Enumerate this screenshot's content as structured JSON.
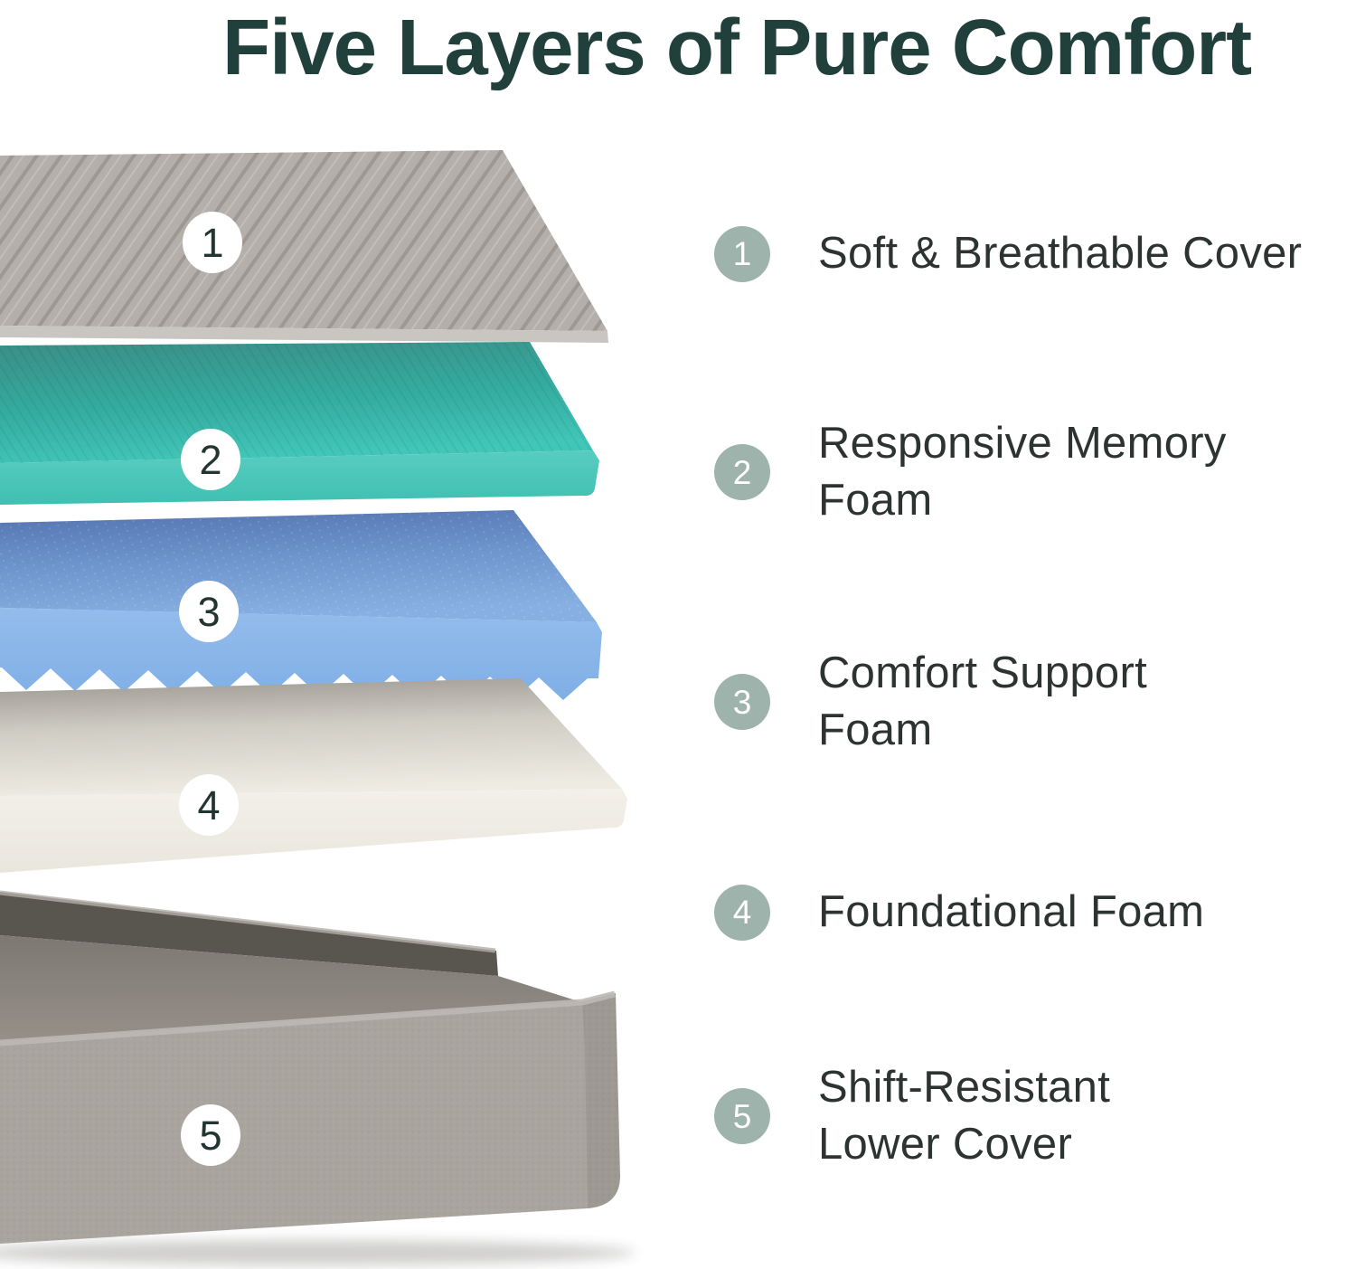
{
  "title": "Five Layers of Pure Comfort",
  "colors": {
    "title_text": "#21403C",
    "label_text": "#2C3331",
    "legend_badge_sage": "#9DB3AB",
    "legend_badge_number": "#FFFFFF",
    "diagram_badge_white": "#FFFFFF",
    "diagram_badge_number": "#223530",
    "layer1_cover_gray": "#B4AFAB",
    "layer1_edge": "#C9C5C0",
    "layer2_teal_top_dark": "#3F938C",
    "layer2_teal_top_light": "#3FC4B6",
    "layer2_teal_front": "#52C9BC",
    "layer3_blue_top_dark": "#5878B4",
    "layer3_blue_top_light": "#85ADE1",
    "layer3_blue_front": "#90B8EA",
    "layer4_foam_cream": "#EDEBE3",
    "layer5_fabric_gray": "#A9A49E",
    "layer5_interior_dark": "#59554F"
  },
  "layers": [
    {
      "number": "1",
      "label": "Soft & Breathable Cover",
      "label_lines": [
        "Soft & Breathable Cover"
      ]
    },
    {
      "number": "2",
      "label": "Responsive Memory Foam",
      "label_lines": [
        "Responsive Memory",
        "Foam"
      ]
    },
    {
      "number": "3",
      "label": "Comfort Support Foam",
      "label_lines": [
        "Comfort Support",
        "Foam"
      ]
    },
    {
      "number": "4",
      "label": "Foundational Foam",
      "label_lines": [
        "Foundational Foam"
      ]
    },
    {
      "number": "5",
      "label": "Shift-Resistant Lower Cover",
      "label_lines": [
        "Shift-Resistant",
        "Lower Cover"
      ]
    }
  ]
}
